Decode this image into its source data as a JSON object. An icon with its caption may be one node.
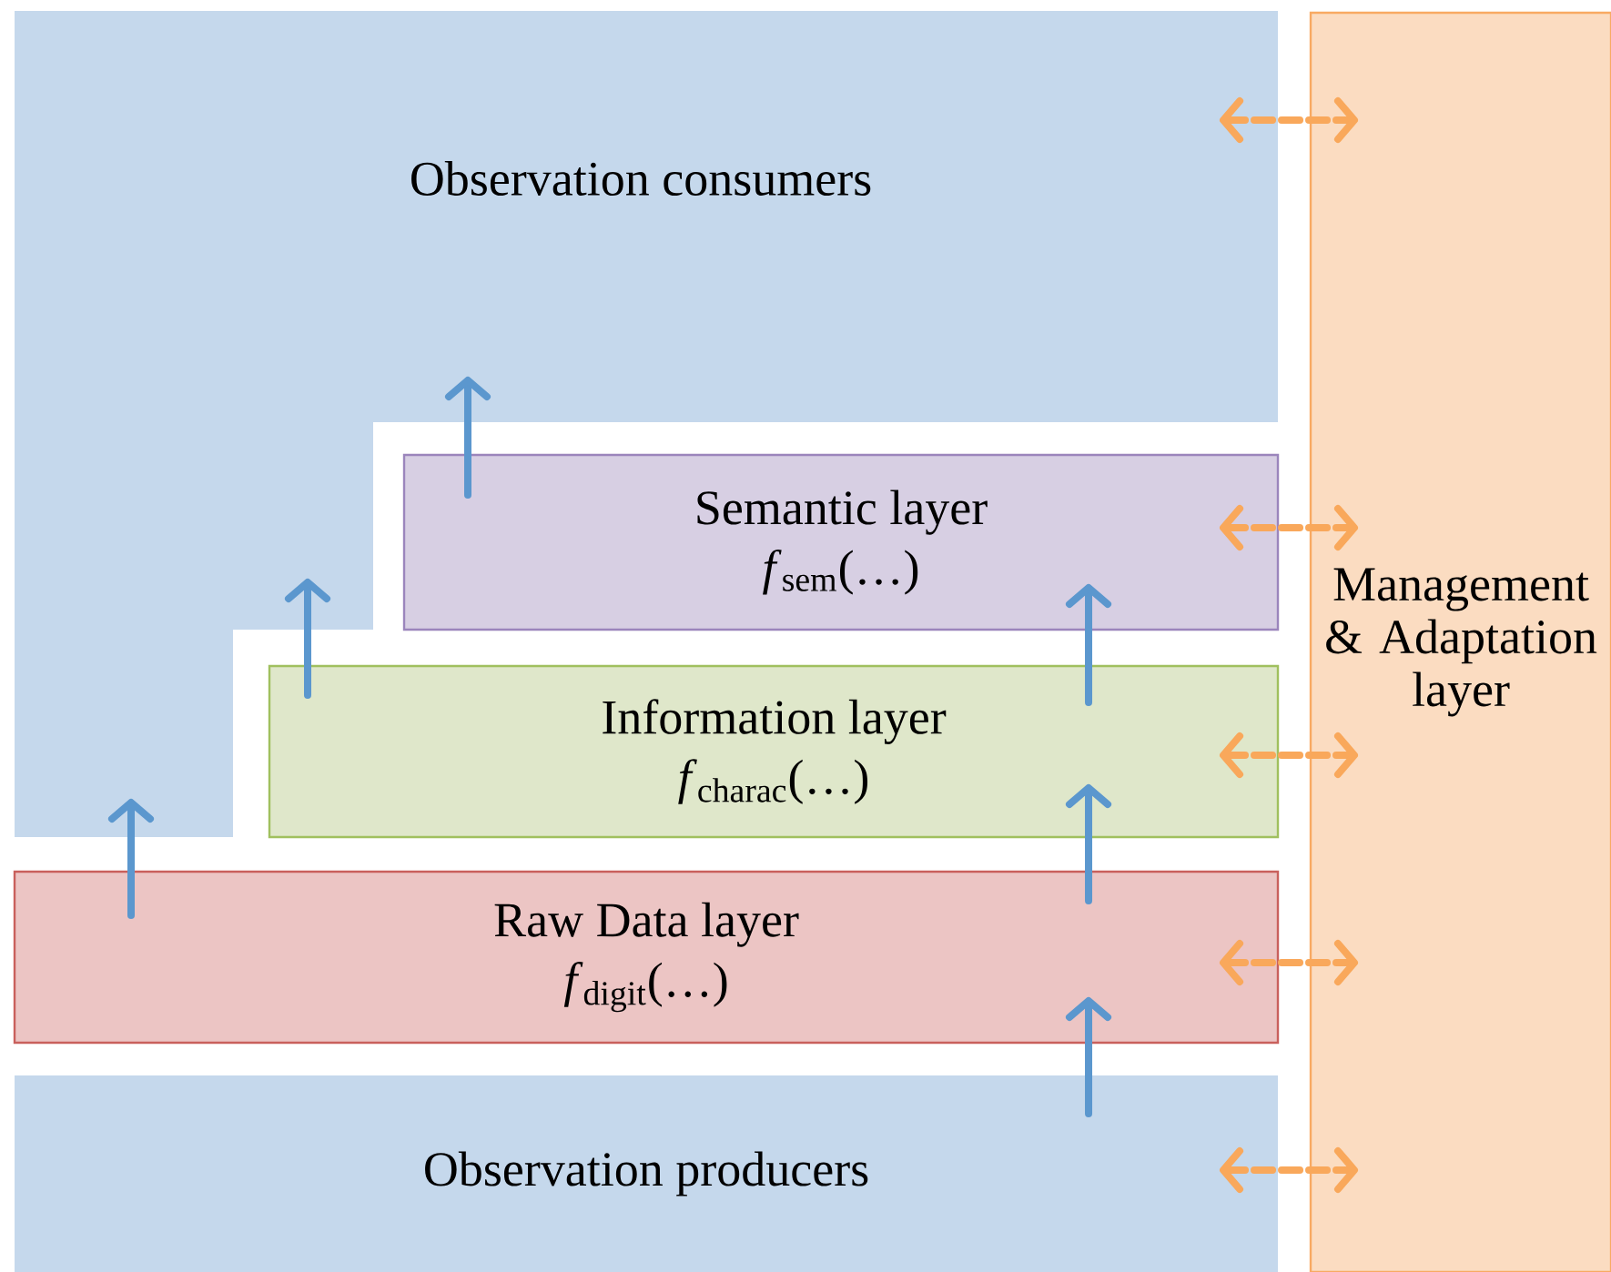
{
  "diagram": {
    "nodes": [
      {
        "text": [
          "Observation consumers"
        ]
      },
      {
        "text": [
          "Semantic layer",
          "*f*$_{sem}$(…)"
        ]
      },
      {
        "text": [
          "Information layer",
          "*f*$_{charac}$(…)"
        ]
      },
      {
        "text": [
          "Raw Data layer",
          "*f*$_{digit}$(…)"
        ]
      },
      {
        "text": [
          "Observation producers"
        ]
      },
      {
        "text": [
          "Management & Adaptation layer"
        ]
      }
    ],
    "edges": [
      {
        "from": 4,
        "to": 3,
        "arrow": "to"
      },
      {
        "from": 3,
        "to": 2,
        "arrow": "to"
      },
      {
        "from": 2,
        "to": 1,
        "arrow": "to"
      },
      {
        "from": 1,
        "to": 0,
        "arrow": "to"
      },
      {
        "from": 2,
        "to": 0,
        "arrow": "to"
      },
      {
        "from": 3,
        "to": 0,
        "arrow": "to"
      },
      {
        "from": 0,
        "to": 5,
        "arrow": "both",
        "style": "dashed",
        "color": "#f9a85b"
      },
      {
        "from": 1,
        "to": 5,
        "arrow": "both",
        "style": "dashed",
        "color": "#f9a85b"
      },
      {
        "from": 2,
        "to": 5,
        "arrow": "both",
        "style": "dashed",
        "color": "#f9a85b"
      },
      {
        "from": 3,
        "to": 5,
        "arrow": "both",
        "style": "dashed",
        "color": "#f9a85b"
      },
      {
        "from": 4,
        "to": 5,
        "arrow": "both",
        "style": "dashed",
        "color": "#f9a85b"
      }
    ]
  }
}
